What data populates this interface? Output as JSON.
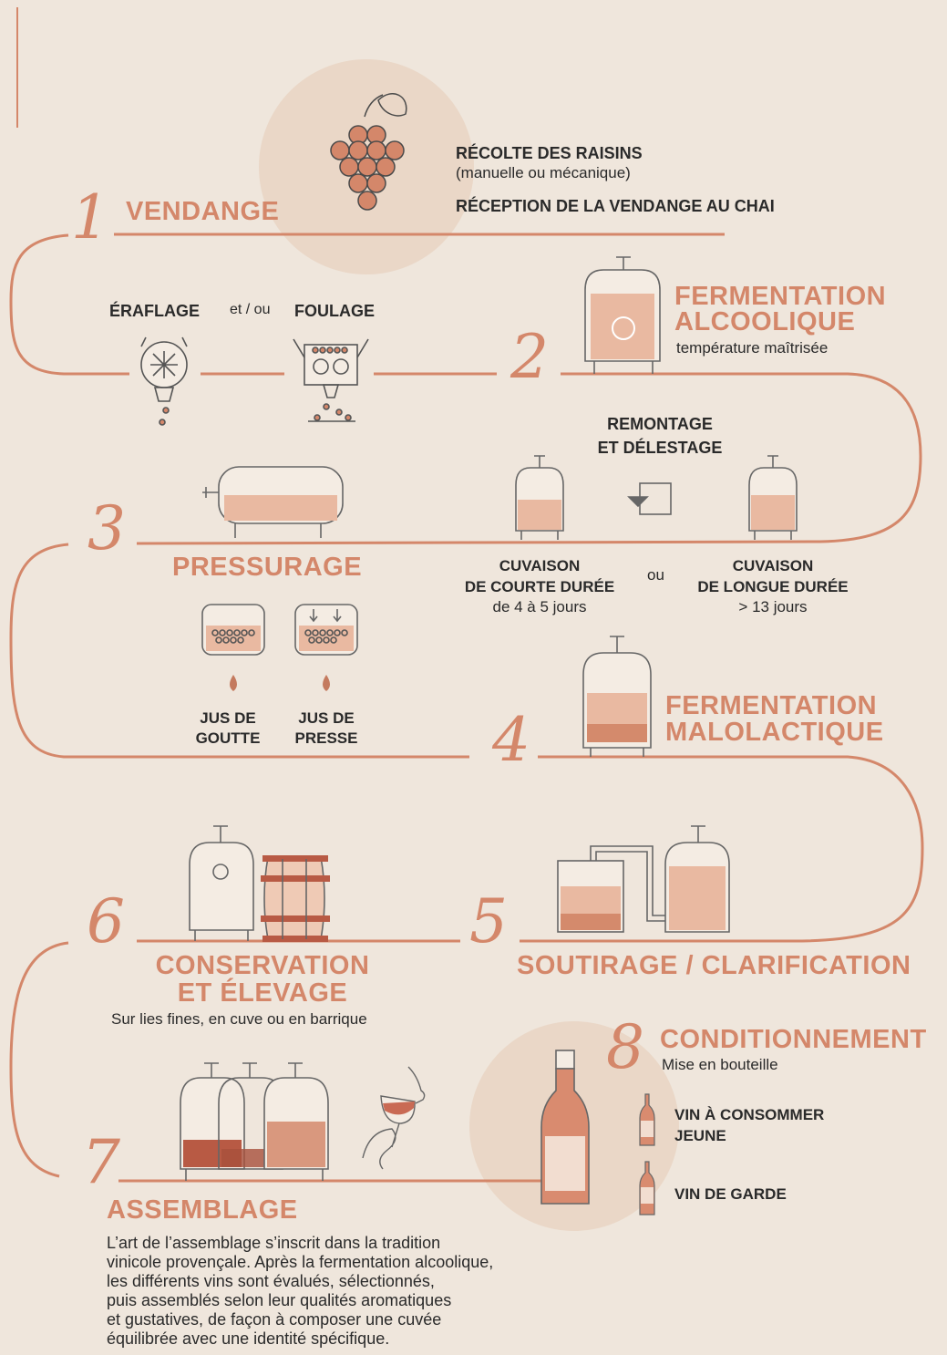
{
  "colors": {
    "accent": "#d4876a",
    "background": "#efe6dc",
    "ink": "#2a2a2a",
    "rose": "#e9b9a1"
  },
  "step1": {
    "number": "1",
    "title": "VENDANGE",
    "line1_bold": "RÉCOLTE DES RAISINS",
    "line1_sub": "(manuelle ou mécanique)",
    "line2_bold": "RÉCEPTION DE LA VENDANGE AU CHAI"
  },
  "destemming": {
    "eraflage": "ÉRAFLAGE",
    "connector": "et / ou",
    "foulage": "FOULAGE"
  },
  "step2": {
    "number": "2",
    "title_line1": "FERMENTATION",
    "title_line2": "ALCOOLIQUE",
    "subtitle": "température maîtrisée"
  },
  "remontage": {
    "line1": "REMONTAGE",
    "line2": "ET DÉLESTAGE"
  },
  "cuvaison": {
    "short": {
      "line1": "CUVAISON",
      "line2": "DE COURTE DURÉE",
      "detail": "de 4 à 5 jours"
    },
    "connector": "ou",
    "long": {
      "line1": "CUVAISON",
      "line2": "DE LONGUE DURÉE",
      "detail": "> 13 jours"
    }
  },
  "step3": {
    "number": "3",
    "title": "PRESSURAGE",
    "goutte": {
      "line1": "JUS DE",
      "line2": "GOUTTE"
    },
    "presse": {
      "line1": "JUS DE",
      "line2": "PRESSE"
    }
  },
  "step4": {
    "number": "4",
    "title_line1": "FERMENTATION",
    "title_line2": "MALOLACTIQUE"
  },
  "step5": {
    "number": "5",
    "title": "SOUTIRAGE / CLARIFICATION"
  },
  "step6": {
    "number": "6",
    "title_line1": "CONSERVATION",
    "title_line2": "ET ÉLEVAGE",
    "subtitle": "Sur lies fines, en cuve ou en barrique"
  },
  "step7": {
    "number": "7",
    "title": "ASSEMBLAGE",
    "description": "L’art de l’assemblage s’inscrit dans la tradition\nvinicole provençale. Après la fermentation alcoolique,\nles différents vins sont évalués, sélectionnés,\npuis assemblés selon leur qualités aromatiques\net gustatives, de façon à composer une cuvée\néquilibrée avec une identité spécifique."
  },
  "step8": {
    "number": "8",
    "title": "CONDITIONNEMENT",
    "subtitle": "Mise en bouteille",
    "young_line1": "VIN À CONSOMMER",
    "young_line2": "JEUNE",
    "garde": "VIN DE GARDE"
  }
}
